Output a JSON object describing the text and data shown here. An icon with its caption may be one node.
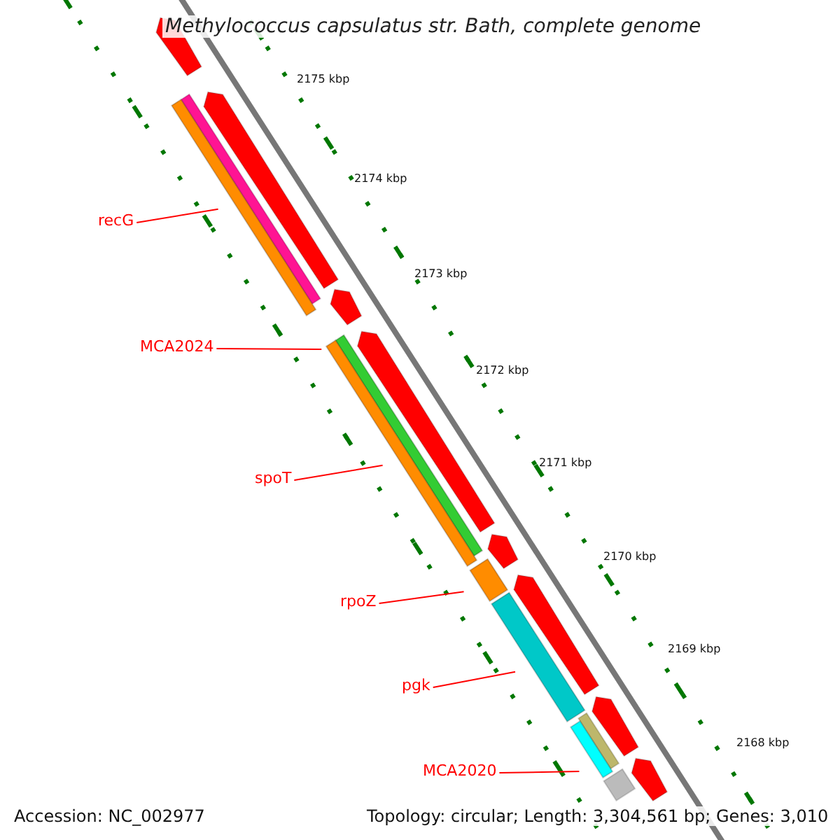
{
  "diagram": {
    "title": "Methylococcus capsulatus str. Bath, complete genome",
    "nodes": [
      {
        "text": [
          "recG"
        ]
      },
      {
        "text": [],
        "shape": "bar"
      },
      {
        "text": [
          "MCA2024"
        ]
      },
      {
        "text": [],
        "shape": "bar"
      },
      {
        "text": [
          "spoT"
        ]
      },
      {
        "text": [],
        "shape": "bar"
      },
      {
        "text": [
          "rpoZ"
        ]
      },
      {
        "text": [],
        "shape": "bar"
      },
      {
        "text": [
          "pgk"
        ]
      },
      {
        "text": [],
        "shape": "bar"
      },
      {
        "text": [
          "MCA2020"
        ]
      },
      {
        "text": [],
        "shape": "bar"
      }
    ],
    "edges": [
      {
        "from": 0,
        "to": 1,
        "arrow": "none"
      },
      {
        "from": 2,
        "to": 3,
        "arrow": "none"
      },
      {
        "from": 4,
        "to": 5,
        "arrow": "none"
      },
      {
        "from": 6,
        "to": 7,
        "arrow": "none"
      },
      {
        "from": 8,
        "to": 9,
        "arrow": "none"
      },
      {
        "from": 10,
        "to": 11,
        "arrow": "none"
      }
    ],
    "labels": [
      "2175 kbp",
      "2174 kbp",
      "2173 kbp",
      "2172 kbp",
      "2171 kbp",
      "2170 kbp",
      "2169 kbp",
      "2168 kbp",
      "Accession: NC_002977",
      "Topology: circular; Length: 3,304,561 bp; Genes: 3,010"
    ]
  }
}
